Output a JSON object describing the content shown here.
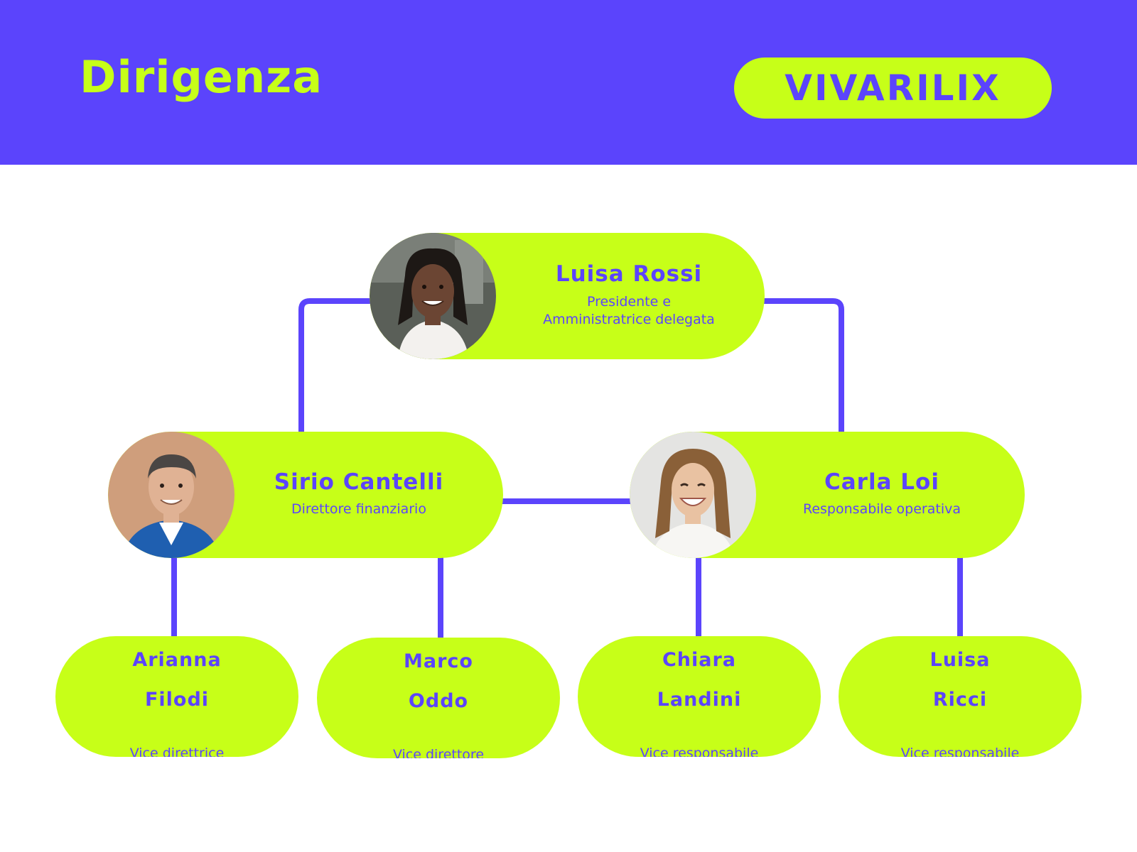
{
  "header": {
    "title": "Dirigenza",
    "brand": "VIVARILIX"
  },
  "colors": {
    "primary": "#5b44fc",
    "accent": "#c7ff18",
    "background": "#ffffff"
  },
  "ceo": {
    "name": "Luisa Rossi",
    "role_line1": "Presidente e",
    "role_line2": "Amministratrice delegata"
  },
  "managers": [
    {
      "name": "Sirio Cantelli",
      "role": "Direttore finanziario"
    },
    {
      "name": "Carla Loi",
      "role": "Responsabile operativa"
    }
  ],
  "deputies": [
    {
      "name_line1": "Arianna",
      "name_line2": "Filodi",
      "role": "Vice direttrice"
    },
    {
      "name_line1": "Marco",
      "name_line2": "Oddo",
      "role": "Vice direttore"
    },
    {
      "name_line1": "Chiara",
      "name_line2": "Landini",
      "role": "Vice responsabile"
    },
    {
      "name_line1": "Luisa",
      "name_line2": "Ricci",
      "role": "Vice responsabile"
    }
  ]
}
